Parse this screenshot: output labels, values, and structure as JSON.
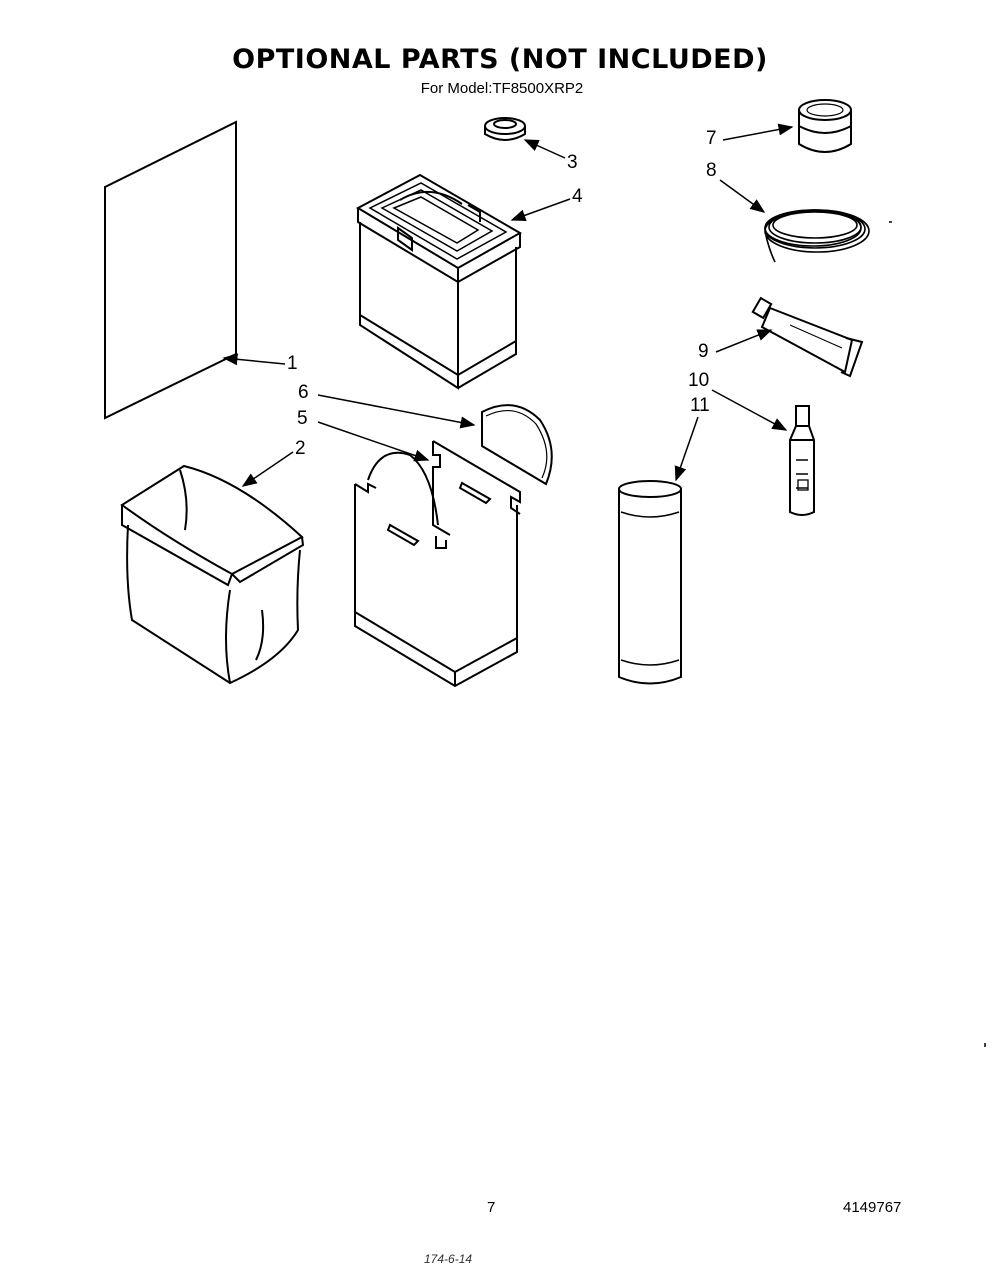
{
  "header": {
    "title": "OPTIONAL PARTS  (NOT INCLUDED)",
    "model_line": "For Model:TF8500XRP2"
  },
  "callouts": [
    "1",
    "2",
    "3",
    "4",
    "5",
    "6",
    "7",
    "8",
    "9",
    "10",
    "11"
  ],
  "footer": {
    "page_number": "7",
    "document_number": "4149767",
    "handwritten_mark": "174-6-14"
  }
}
